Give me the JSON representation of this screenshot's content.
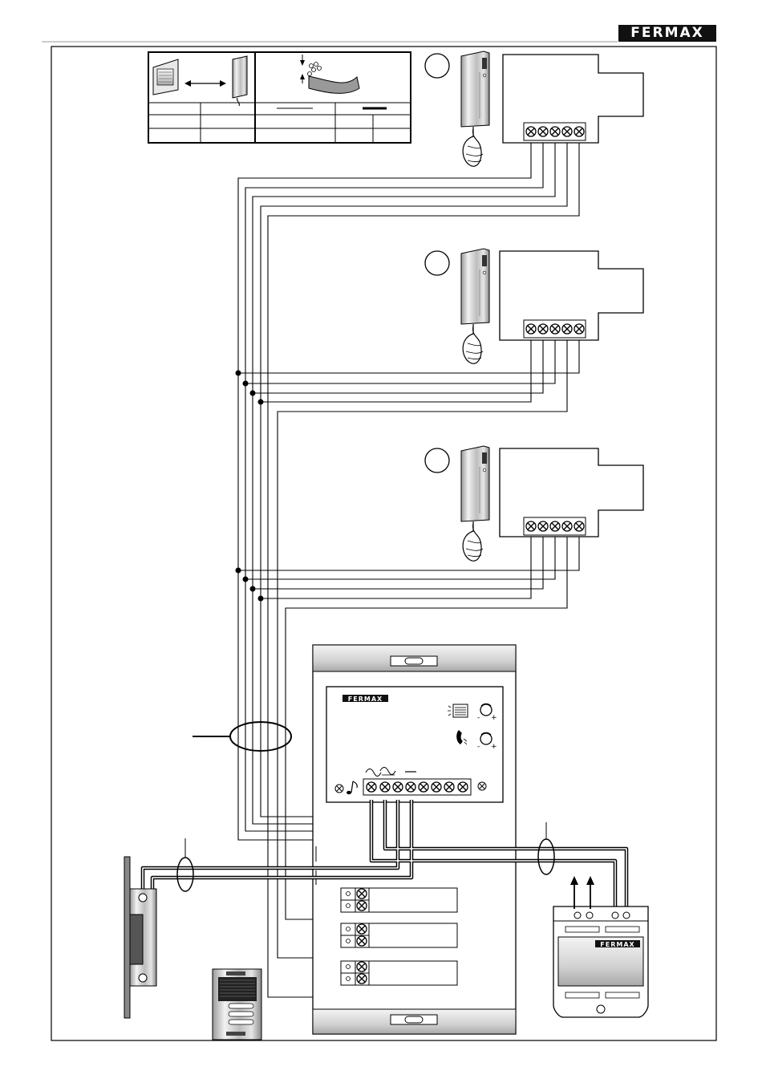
{
  "header": {
    "brand": "FERMAX"
  },
  "panel": {
    "brand": "FERMAX"
  },
  "power_supply": {
    "brand": "FERMAX"
  },
  "handsets": [
    "monitor-1",
    "monitor-2",
    "monitor-3"
  ],
  "call_buttons": [
    "button-1",
    "button-2",
    "button-3"
  ],
  "terminals": {
    "handset_terminal_count": 5,
    "panel_terminal_count": 8
  },
  "icons": [
    "speaker-icon",
    "volume-knob-icon",
    "handset-icon",
    "bell-icon",
    "music-note-icon"
  ]
}
